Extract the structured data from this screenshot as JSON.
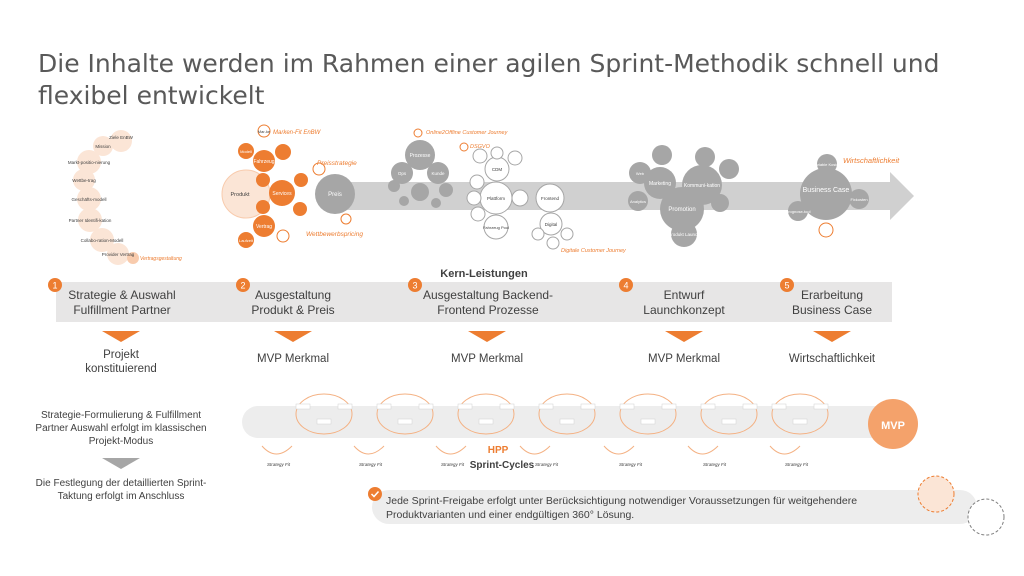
{
  "title": "Die Inhalte werden im Rahmen einer agilen Sprint-Methodik schnell und flexibel entwickelt",
  "colors": {
    "orange": "#ED7D31",
    "light_orange": "#F8CBAD",
    "peach": "#FBE5D6",
    "grey": "#A6A6A6",
    "band": "#E7E6E6"
  },
  "clusters": {
    "c1": {
      "nodes": [
        "Ziele EnBW",
        "Mission",
        "Markt-positio-nierung",
        "Wettbe-trag",
        "Geschäfts-modell",
        "Partner Identifi-kation",
        "Collabo-ration-Modell",
        "Provider Vertrag"
      ],
      "tag": "Vertragsgestaltung"
    },
    "c2": {
      "brand": "Marken-Fit EnBW",
      "nodes": [
        "Mar-ke",
        "Modell",
        "Fahrzeug",
        "Produkt",
        "Services",
        "Preis",
        "Vertrag",
        "Laufzeit"
      ],
      "tag_price": "Preisstrategie",
      "tag_comp": "Wettbewerbspricing"
    },
    "c3": {
      "tag_top": "Online2Offline Customer Journey",
      "tag_dsgvo": "DSGVO",
      "nodes": [
        "Prozesse",
        "Ops",
        "Kunde",
        "CDM",
        "Plattform",
        "Frontend",
        "Fahrzeug Pool",
        "Digital"
      ],
      "tag_digital": "Digitale Customer Journey"
    },
    "c4": {
      "nodes": [
        "Marketing",
        "Kommuni-kation",
        "Promotion",
        "Produkt Launch",
        "Web",
        "Analytics"
      ]
    },
    "c5": {
      "tag": "Wirtschaftlichkeit",
      "nodes": [
        "Business Case",
        "Variable Kosten",
        "Fixkosten",
        "Prognose-tool"
      ]
    }
  },
  "kern_title": "Kern-Leistungen",
  "phases": [
    {
      "num": "1",
      "label": "Strategie &  Auswahl Fulfillment Partner",
      "below": "Projekt konstituierend"
    },
    {
      "num": "2",
      "label": "Ausgestaltung Produkt & Preis",
      "below": "MVP Merkmal"
    },
    {
      "num": "3",
      "label": "Ausgestaltung Backend-Frontend  Prozesse",
      "below": "MVP Merkmal"
    },
    {
      "num": "4",
      "label": "Entwurf Launchkonzept",
      "below": "MVP Merkmal"
    },
    {
      "num": "5",
      "label": "Erarbeitung Business Case",
      "below": "Wirtschaftlichkeit"
    }
  ],
  "left_note_1": "Strategie-Formulierung & Fulfillment Partner Auswahl erfolgt im klassischen Projekt-Modus",
  "left_note_2": "Die Festlegung der detaillierten Sprint-Taktung erfolgt im Anschluss",
  "sprint": {
    "mvp": "MVP",
    "hpp": "HPP",
    "cycles": "Sprint-Cycles",
    "fit_label": "Strategy Fit"
  },
  "bottom_note": "Jede Sprint-Freigabe erfolgt unter Berücksichtigung notwendiger Voraussetzungen für weitgehendere Produktvarianten und einer endgültigen 360° Lösung."
}
